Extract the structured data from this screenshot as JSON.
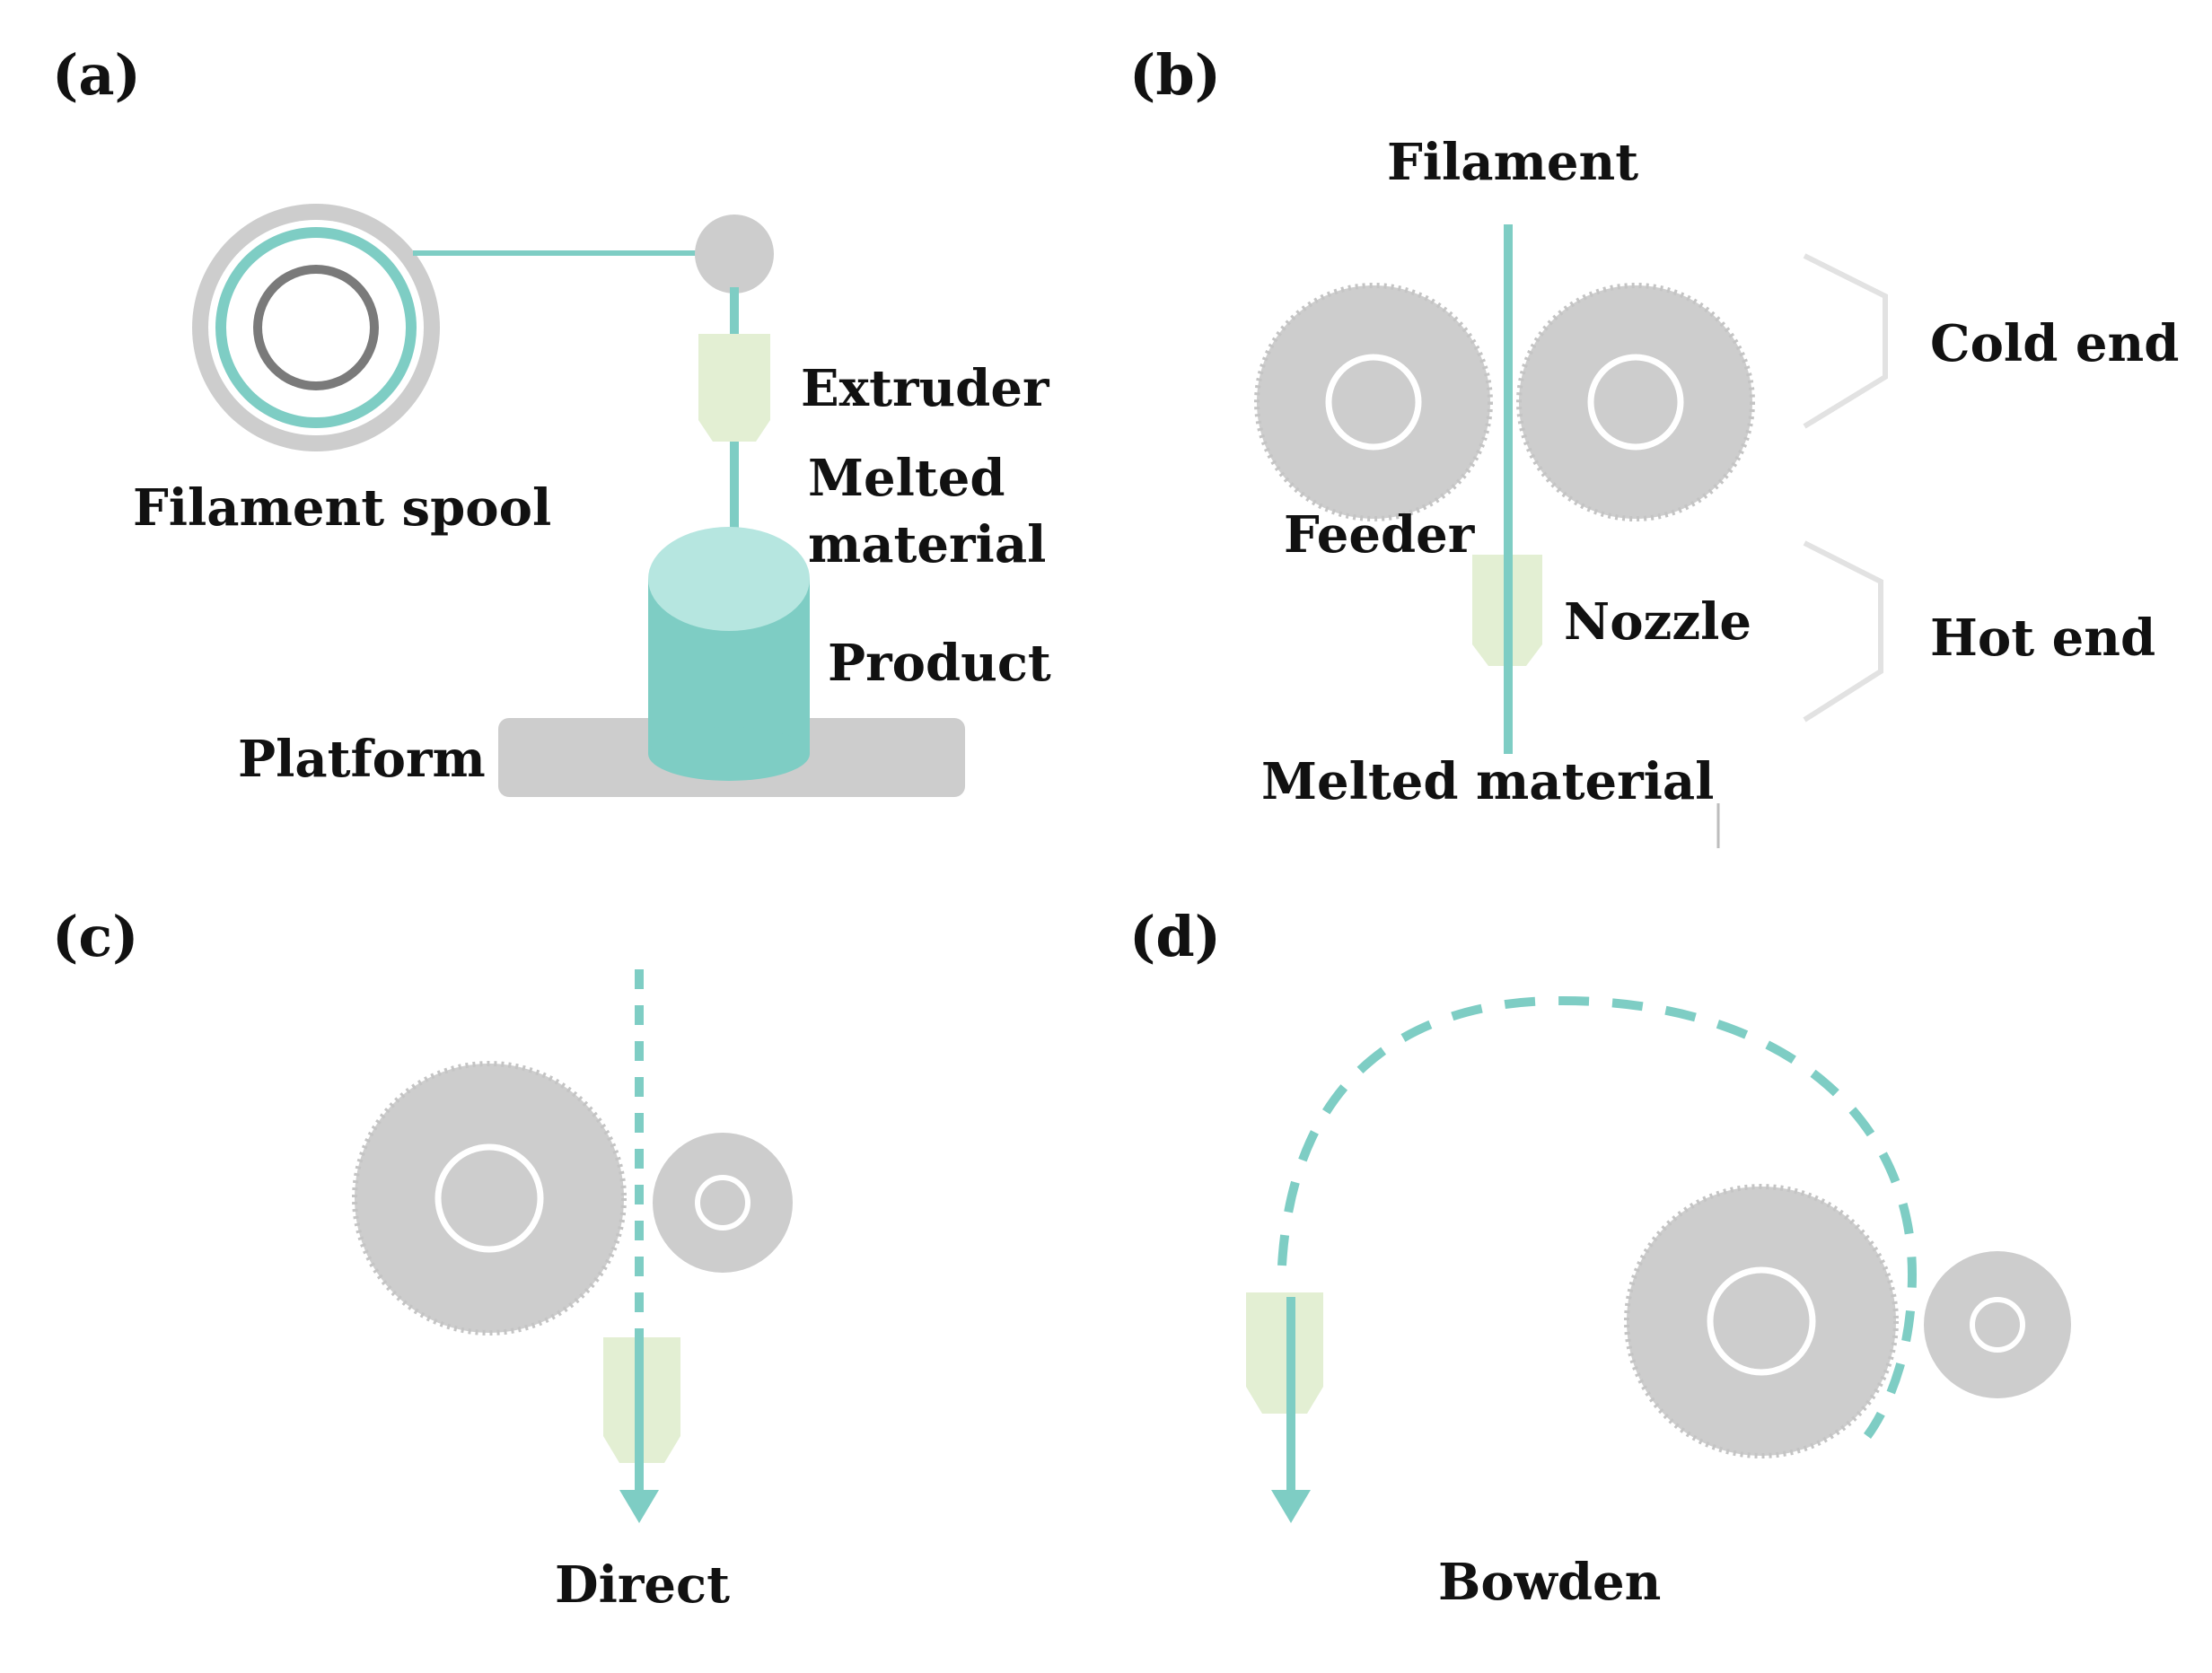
{
  "panels": {
    "a": {
      "letter": "(a)",
      "labels": {
        "filament_spool": "Filament spool",
        "extruder": "Extruder",
        "melted_1": "Melted",
        "melted_2": "material",
        "product": "Product",
        "platform": "Platform"
      }
    },
    "b": {
      "letter": "(b)",
      "labels": {
        "filament": "Filament",
        "cold_end": "Cold end",
        "feeder": "Feeder",
        "nozzle": "Nozzle",
        "hot_end": "Hot end",
        "melted_material": "Melted material"
      }
    },
    "c": {
      "letter": "(c)",
      "labels": {
        "caption": "Direct"
      }
    },
    "d": {
      "letter": "(d)",
      "labels": {
        "caption": "Bowden"
      }
    }
  },
  "colors": {
    "teal": "#7ecdc4",
    "teal_light": "#b6e6e0",
    "gray": "#cdcdcd",
    "nozzle_green": "#e3efd3",
    "bracket": "#e2e2e2",
    "ring_dark": "#7a7a7a"
  }
}
